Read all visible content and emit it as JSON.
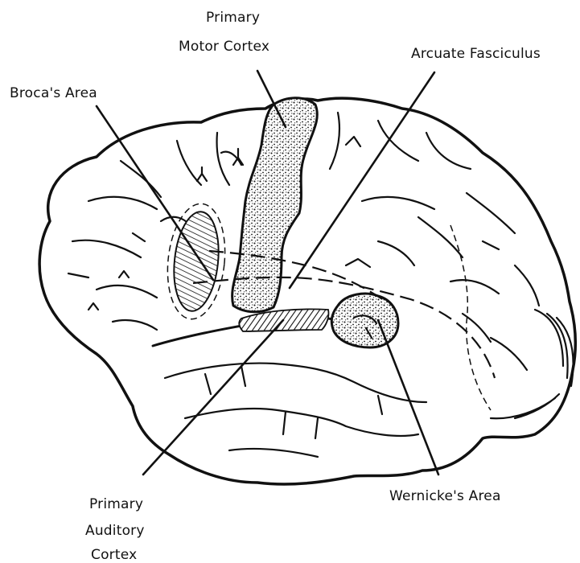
{
  "labels": {
    "motor_line1": "Primary",
    "motor_line2": "Motor Cortex",
    "arcuate": "Arcuate Fasciculus",
    "broca": "Broca's Area",
    "auditory_line1": "Primary",
    "auditory_line2": "Auditory",
    "auditory_line3": "Cortex",
    "wernicke": "Wernicke's Area"
  },
  "colors": {
    "ink": "#111111",
    "paper": "#ffffff"
  }
}
